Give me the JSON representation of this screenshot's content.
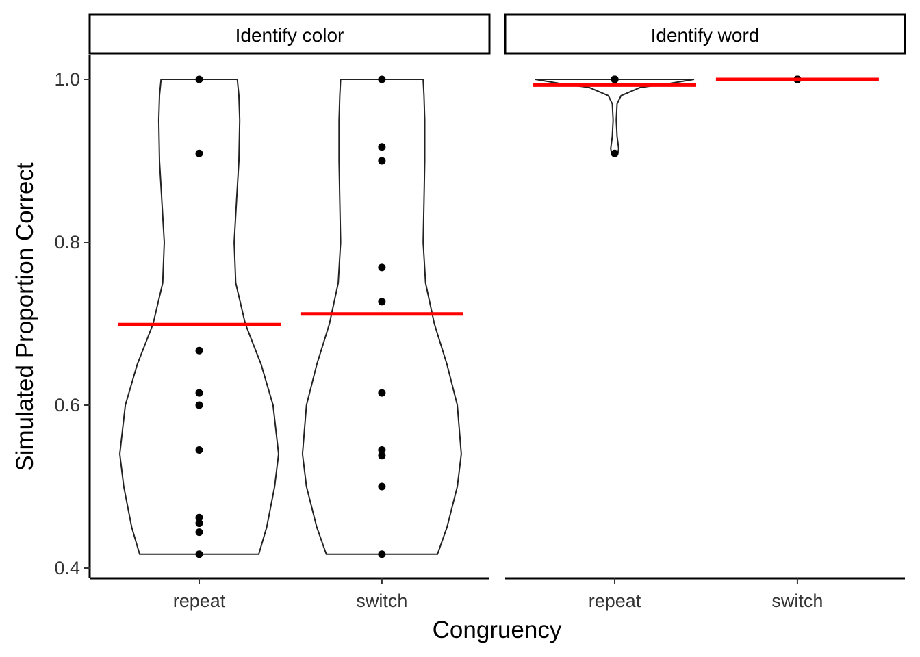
{
  "chart_data": {
    "type": "violin",
    "xlabel": "Congruency",
    "ylabel": "Simulated Proportion Correct",
    "ylim": [
      0.4,
      1.0
    ],
    "yticks": [
      0.4,
      0.6,
      0.8,
      1.0
    ],
    "ytick_labels": [
      "0.4",
      "0.6",
      "0.8",
      "1.0"
    ],
    "categories": [
      "repeat",
      "switch"
    ],
    "grid": false,
    "legend": "none",
    "colors": {
      "violin_outline": "#222222",
      "points": "#000000",
      "mean_line": "#ff0000"
    },
    "panels": [
      {
        "facet": "Identify color",
        "groups": [
          {
            "category": "repeat",
            "mean": 0.699,
            "points": [
              1.0,
              0.909,
              0.667,
              0.615,
              0.6,
              0.545,
              0.462,
              0.455,
              0.444,
              0.417
            ],
            "violin_min": 0.417,
            "violin_max": 1.0,
            "density_profile": [
              [
                0.417,
                0.75
              ],
              [
                0.45,
                0.85
              ],
              [
                0.5,
                0.95
              ],
              [
                0.54,
                1.0
              ],
              [
                0.6,
                0.93
              ],
              [
                0.65,
                0.78
              ],
              [
                0.7,
                0.58
              ],
              [
                0.75,
                0.46
              ],
              [
                0.8,
                0.44
              ],
              [
                0.85,
                0.47
              ],
              [
                0.9,
                0.5
              ],
              [
                0.95,
                0.51
              ],
              [
                0.98,
                0.5
              ],
              [
                1.0,
                0.48
              ]
            ]
          },
          {
            "category": "switch",
            "mean": 0.712,
            "points": [
              1.0,
              0.917,
              0.9,
              0.769,
              0.727,
              0.615,
              0.545,
              0.538,
              0.5,
              0.417
            ],
            "violin_min": 0.417,
            "violin_max": 1.0,
            "density_profile": [
              [
                0.417,
                0.7
              ],
              [
                0.45,
                0.82
              ],
              [
                0.5,
                0.95
              ],
              [
                0.54,
                1.0
              ],
              [
                0.6,
                0.95
              ],
              [
                0.65,
                0.82
              ],
              [
                0.7,
                0.66
              ],
              [
                0.75,
                0.55
              ],
              [
                0.8,
                0.52
              ],
              [
                0.85,
                0.53
              ],
              [
                0.9,
                0.54
              ],
              [
                0.95,
                0.54
              ],
              [
                0.98,
                0.53
              ],
              [
                1.0,
                0.52
              ]
            ]
          }
        ]
      },
      {
        "facet": "Identify word",
        "groups": [
          {
            "category": "repeat",
            "mean": 0.993,
            "points": [
              1.0,
              1.0,
              1.0,
              1.0,
              1.0,
              1.0,
              1.0,
              1.0,
              1.0,
              0.909
            ],
            "violin_min": 0.909,
            "violin_max": 1.0,
            "density_profile": [
              [
                0.909,
                0.04
              ],
              [
                0.915,
                0.05
              ],
              [
                0.93,
                0.03
              ],
              [
                0.95,
                0.02
              ],
              [
                0.97,
                0.03
              ],
              [
                0.98,
                0.08
              ],
              [
                0.99,
                0.32
              ],
              [
                0.995,
                0.7
              ],
              [
                1.0,
                1.0
              ]
            ]
          },
          {
            "category": "switch",
            "mean": 1.0,
            "points": [
              1.0,
              1.0,
              1.0,
              1.0,
              1.0,
              1.0,
              1.0,
              1.0,
              1.0,
              1.0
            ],
            "violin_min": 1.0,
            "violin_max": 1.0,
            "density_profile": []
          }
        ]
      }
    ]
  }
}
